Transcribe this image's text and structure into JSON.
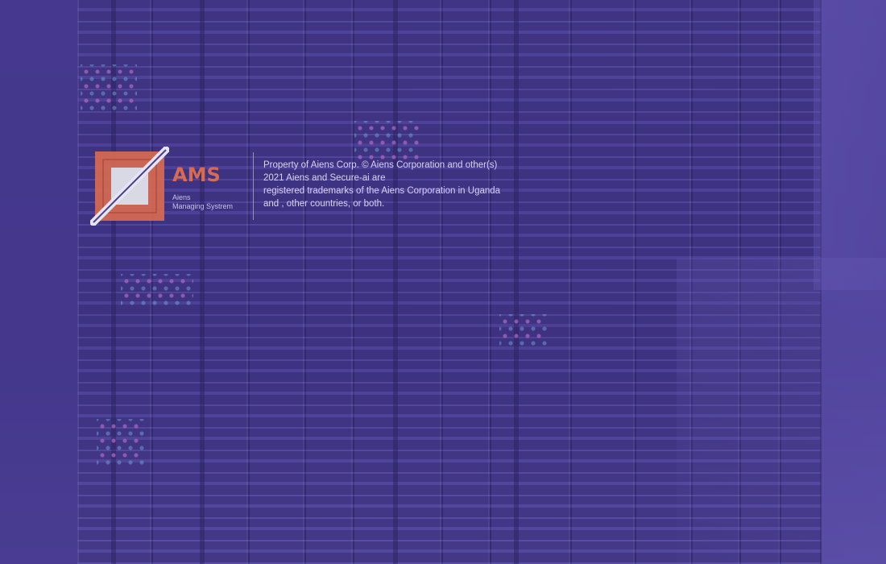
{
  "brand": {
    "title": "AMS",
    "subtitle_line1": "Aiens",
    "subtitle_line2": "Managing Systrem",
    "logo_icon": "ams-logo-icon",
    "accent_color": "#d76a52"
  },
  "legal": {
    "line1": "Property of Aiens Corp. © Aiens Corporation and other(s)",
    "line2": "2021 Aiens and Secure-ai are",
    "line3": "registered trademarks of the Aiens Corporation in Uganda",
    "line4": "and , other countries, or both."
  },
  "background": {
    "overlay_color": "#5848aa",
    "image_subject": "server-room-icon"
  }
}
